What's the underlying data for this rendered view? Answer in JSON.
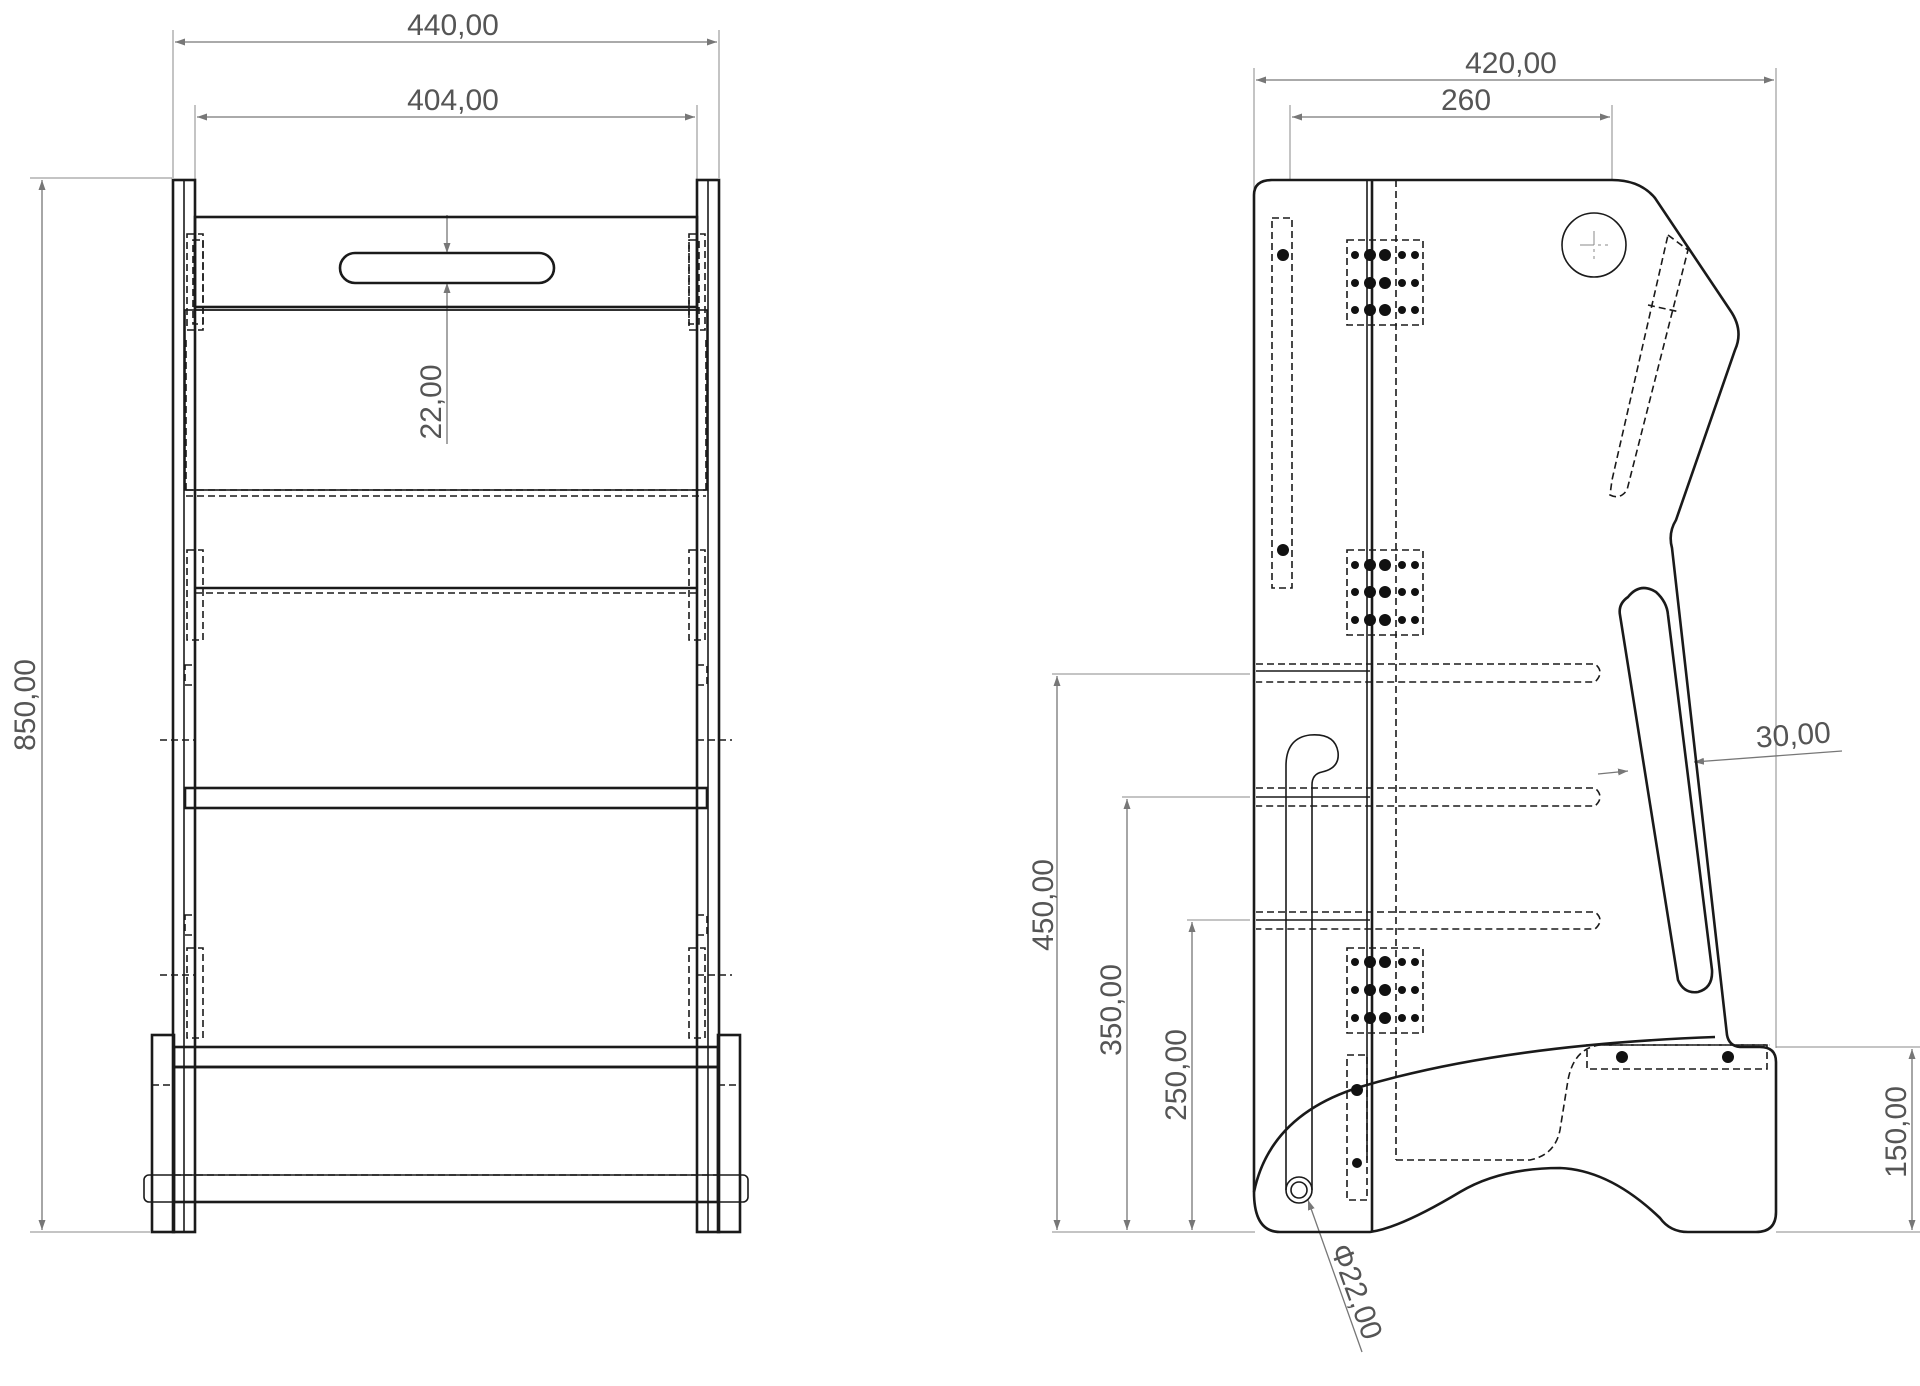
{
  "drawing": {
    "front_view": {
      "dimensions": {
        "overall_width": "440,00",
        "inner_width": "404,00",
        "handle_slot_height": "22,00",
        "overall_height": "850,00"
      }
    },
    "side_view": {
      "dimensions": {
        "overall_depth": "420,00",
        "top_depth": "260",
        "rail_width": "30,00",
        "step_height_high": "450,00",
        "step_height_mid": "350,00",
        "step_height_low": "250,00",
        "base_height": "150,00",
        "pivot_diameter": "Φ22,00"
      }
    },
    "colors": {
      "line": "#1a1a1a",
      "dimension": "#777777",
      "background": "#ffffff"
    }
  }
}
